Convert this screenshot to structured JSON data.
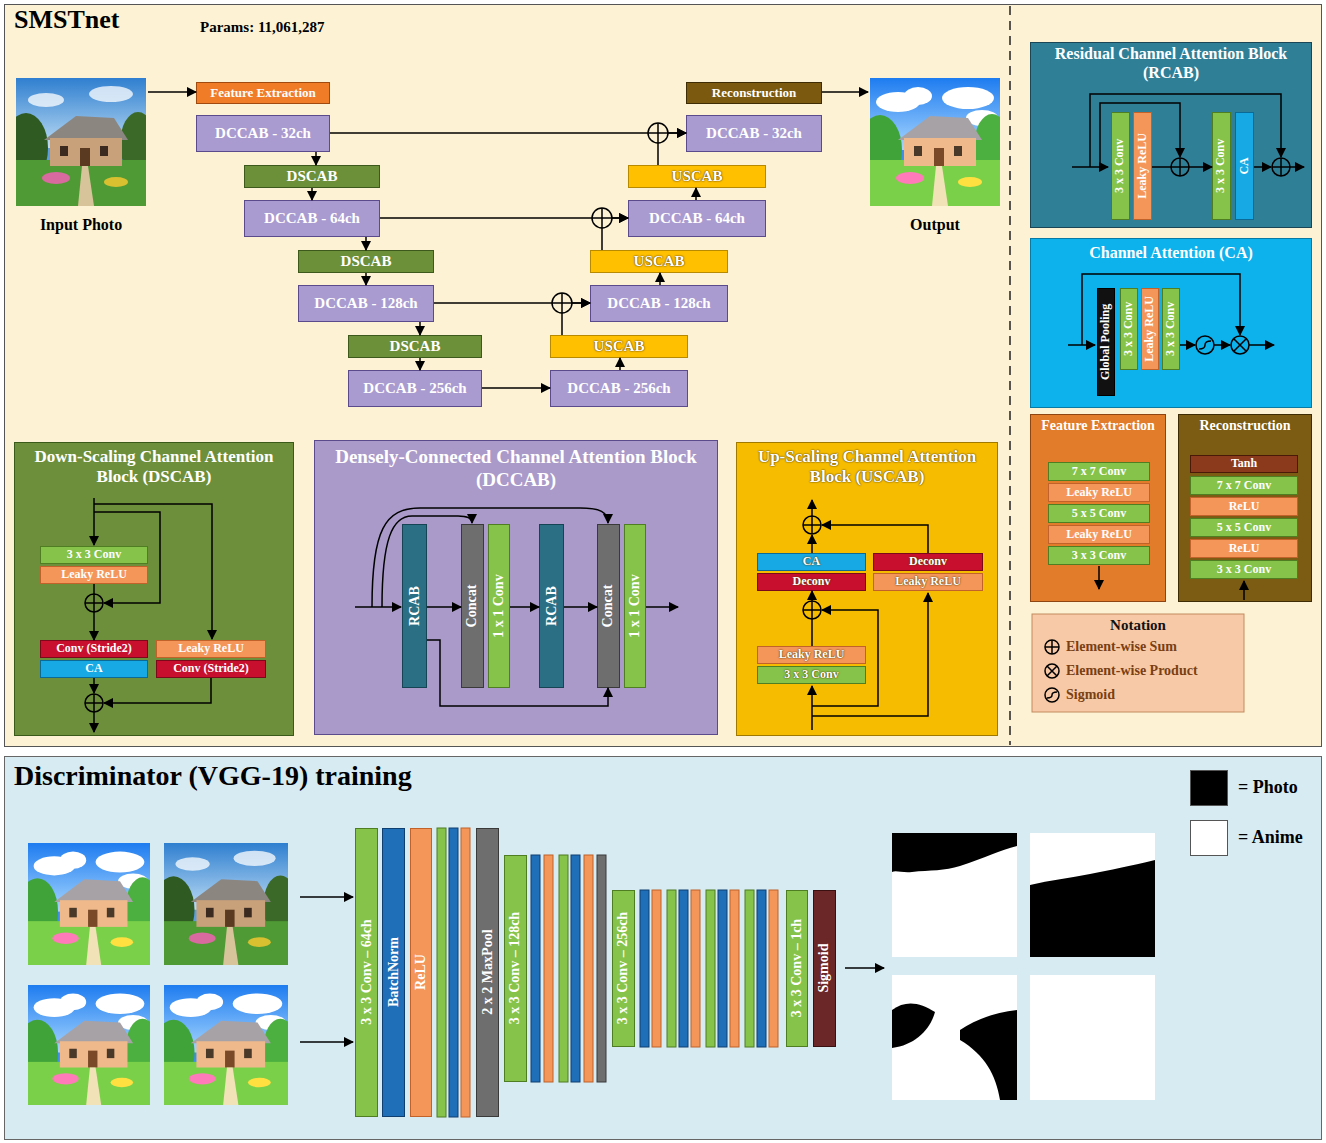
{
  "diagram": {
    "nodes": [
      {
        "text": [
          "SMSTnet",
          "Params: 11,061,287"
        ]
      },
      {
        "text": [
          "Input Photo"
        ],
        "in": 0
      },
      {
        "text": [
          "Feature Extraction"
        ],
        "in": 0
      },
      {
        "text": [
          "DCCAB - 32ch"
        ],
        "in": 0
      },
      {
        "text": [
          "Reconstruction"
        ],
        "in": 0
      },
      {
        "text": [
          "DCCAB - 32ch"
        ],
        "in": 0
      },
      {
        "text": [
          "Output"
        ],
        "in": 0
      },
      {
        "text": [
          "DSCAB"
        ],
        "in": 0
      },
      {
        "text": [
          "USCAB"
        ],
        "in": 0
      },
      {
        "text": [
          "DCCAB - 64ch"
        ],
        "in": 0
      },
      {
        "text": [
          "DCCAB - 64ch"
        ],
        "in": 0
      },
      {
        "text": [
          "DSCAB"
        ],
        "in": 0
      },
      {
        "text": [
          "USCAB"
        ],
        "in": 0
      },
      {
        "text": [
          "DCCAB - 128ch"
        ],
        "in": 0
      },
      {
        "text": [
          "DCCAB - 128ch"
        ],
        "in": 0
      },
      {
        "text": [
          "DSCAB"
        ],
        "in": 0
      },
      {
        "text": [
          "USCAB"
        ],
        "in": 0
      },
      {
        "text": [
          "DCCAB - 256ch"
        ],
        "in": 0
      },
      {
        "text": [
          "DCCAB - 256ch"
        ],
        "in": 0
      },
      {
        "text": [
          "Residual Channel Attention Block (RCAB)"
        ],
        "in": 0
      },
      {
        "text": [
          "3 x 3 Conv"
        ],
        "in": 19
      },
      {
        "text": [
          "Leaky ReLU"
        ],
        "in": 19
      },
      {
        "text": [
          "3 x 3 Conv"
        ],
        "in": 19
      },
      {
        "text": [
          "CA"
        ],
        "in": 19
      },
      {
        "text": [
          "Channel Attention (CA)"
        ],
        "in": 0
      },
      {
        "text": [
          "Global Pooling"
        ],
        "in": 24
      },
      {
        "text": [
          "3 x 3 Conv"
        ],
        "in": 24
      },
      {
        "text": [
          "Leaky ReLU"
        ],
        "in": 24
      },
      {
        "text": [
          "3 x 3 Conv"
        ],
        "in": 24
      },
      {
        "text": [
          "Feature Extraction"
        ],
        "in": 0
      },
      {
        "text": [
          "7 x 7 Conv"
        ],
        "in": 29
      },
      {
        "text": [
          "Leaky ReLU"
        ],
        "in": 29
      },
      {
        "text": [
          "5 x 5 Conv"
        ],
        "in": 29
      },
      {
        "text": [
          "Leaky ReLU"
        ],
        "in": 29
      },
      {
        "text": [
          "3 x 3 Conv"
        ],
        "in": 29
      },
      {
        "text": [
          "Reconstruction"
        ],
        "in": 0
      },
      {
        "text": [
          "Tanh"
        ],
        "in": 35
      },
      {
        "text": [
          "7 x 7 Conv"
        ],
        "in": 35
      },
      {
        "text": [
          "ReLU"
        ],
        "in": 35
      },
      {
        "text": [
          "5 x 5 Conv"
        ],
        "in": 35
      },
      {
        "text": [
          "ReLU"
        ],
        "in": 35
      },
      {
        "text": [
          "3 x 3 Conv"
        ],
        "in": 35
      },
      {
        "text": [
          "Down-Scaling Channel Attention Block (DSCAB)"
        ],
        "in": 0
      },
      {
        "text": [
          "3 x 3 Conv"
        ],
        "in": 42
      },
      {
        "text": [
          "Leaky ReLU"
        ],
        "in": 42
      },
      {
        "text": [
          "Conv (Stride2)"
        ],
        "in": 42
      },
      {
        "text": [
          "CA"
        ],
        "in": 42
      },
      {
        "text": [
          "Leaky ReLU"
        ],
        "in": 42
      },
      {
        "text": [
          "Conv (Stride2)"
        ],
        "in": 42
      },
      {
        "text": [
          "Densely-Connected Channel Attention Block (DCCAB)"
        ],
        "in": 0
      },
      {
        "text": [
          "RCAB"
        ],
        "in": 49
      },
      {
        "text": [
          "Concat"
        ],
        "in": 49
      },
      {
        "text": [
          "1 x 1 Conv"
        ],
        "in": 49
      },
      {
        "text": [
          "RCAB"
        ],
        "in": 49
      },
      {
        "text": [
          "Concat"
        ],
        "in": 49
      },
      {
        "text": [
          "1 x 1 Conv"
        ],
        "in": 49
      },
      {
        "text": [
          "Up-Scaling Channel Attention Block (USCAB)"
        ],
        "in": 0
      },
      {
        "text": [
          "CA"
        ],
        "in": 56
      },
      {
        "text": [
          "Deconv"
        ],
        "in": 56
      },
      {
        "text": [
          "Deconv"
        ],
        "in": 56
      },
      {
        "text": [
          "Leaky ReLU"
        ],
        "in": 56
      },
      {
        "text": [
          "Leaky ReLU"
        ],
        "in": 56
      },
      {
        "text": [
          "3 x 3 Conv"
        ],
        "in": 56
      },
      {
        "text": [
          "Discriminator (VGG-19) training"
        ]
      },
      {
        "text": [
          "3 x 3 Conv – 64ch"
        ],
        "in": 63
      },
      {
        "text": [
          "BatchNorm"
        ],
        "in": 63
      },
      {
        "text": [
          "ReLU"
        ],
        "in": 63
      },
      {
        "text": [
          "2 x 2 MaxPool"
        ],
        "in": 63
      },
      {
        "text": [
          "3 x 3 Conv – 128ch"
        ],
        "in": 63
      },
      {
        "text": [
          "3 x 3 Conv – 256ch"
        ],
        "in": 63
      },
      {
        "text": [
          "3 x 3 Conv – 1ch"
        ],
        "in": 63
      },
      {
        "text": [
          "Sigmoid"
        ],
        "in": 63
      }
    ],
    "edges": [
      {
        "from": 1,
        "to": 2,
        "arrow": "to"
      },
      {
        "from": 3,
        "to": 7,
        "arrow": "to"
      },
      {
        "from": 7,
        "to": 9,
        "arrow": "to"
      },
      {
        "from": 9,
        "to": 11,
        "arrow": "to"
      },
      {
        "from": 11,
        "to": 13,
        "arrow": "to"
      },
      {
        "from": 13,
        "to": 15,
        "arrow": "to"
      },
      {
        "from": 15,
        "to": 17,
        "arrow": "to"
      },
      {
        "from": 17,
        "to": 18,
        "arrow": "to"
      },
      {
        "from": 18,
        "to": 16,
        "arrow": "to"
      },
      {
        "from": 16,
        "to": 14,
        "arrow": "to"
      },
      {
        "from": 13,
        "to": 14,
        "arrow": "to"
      },
      {
        "from": 14,
        "to": 12,
        "arrow": "to"
      },
      {
        "from": 12,
        "to": 10,
        "arrow": "to"
      },
      {
        "from": 9,
        "to": 10,
        "arrow": "to"
      },
      {
        "from": 10,
        "to": 8,
        "arrow": "to"
      },
      {
        "from": 8,
        "to": 5,
        "arrow": "to"
      },
      {
        "from": 3,
        "to": 5,
        "arrow": "to"
      },
      {
        "from": 4,
        "to": 6,
        "arrow": "to"
      },
      {
        "from": 21,
        "to": 22,
        "arrow": "to"
      },
      {
        "from": 44,
        "to": 45,
        "arrow": "to"
      },
      {
        "from": 50,
        "to": 51,
        "arrow": "to"
      },
      {
        "from": 52,
        "to": 53,
        "arrow": "to"
      },
      {
        "from": 53,
        "to": 54,
        "arrow": "to"
      },
      {
        "from": 50,
        "to": 54,
        "arrow": "to"
      },
      {
        "from": 61,
        "to": 58,
        "arrow": "to"
      }
    ],
    "labels": [
      "Notation"
    ],
    "legend": [
      {
        "text": "Element-wise Sum"
      },
      {
        "text": "Element-wise Product"
      },
      {
        "text": "Sigmoid"
      },
      {
        "text": "= Photo",
        "color": "#000000"
      },
      {
        "text": "= Anime",
        "color": "#ffffff"
      }
    ]
  }
}
